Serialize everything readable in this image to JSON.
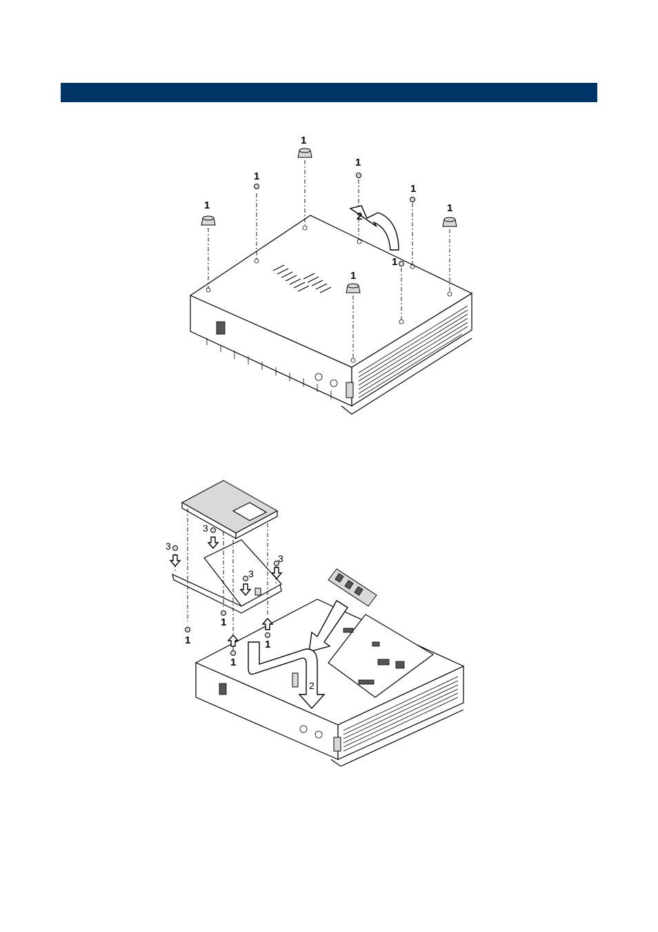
{
  "header_bar": {
    "color": "#003366"
  },
  "figure1": {
    "labels": [
      "1",
      "1",
      "1",
      "1",
      "2",
      "1",
      "1",
      "1",
      "1"
    ]
  },
  "figure2": {
    "labels": [
      "3",
      "3",
      "3",
      "3",
      "1",
      "1",
      "1",
      "1",
      "2"
    ]
  }
}
